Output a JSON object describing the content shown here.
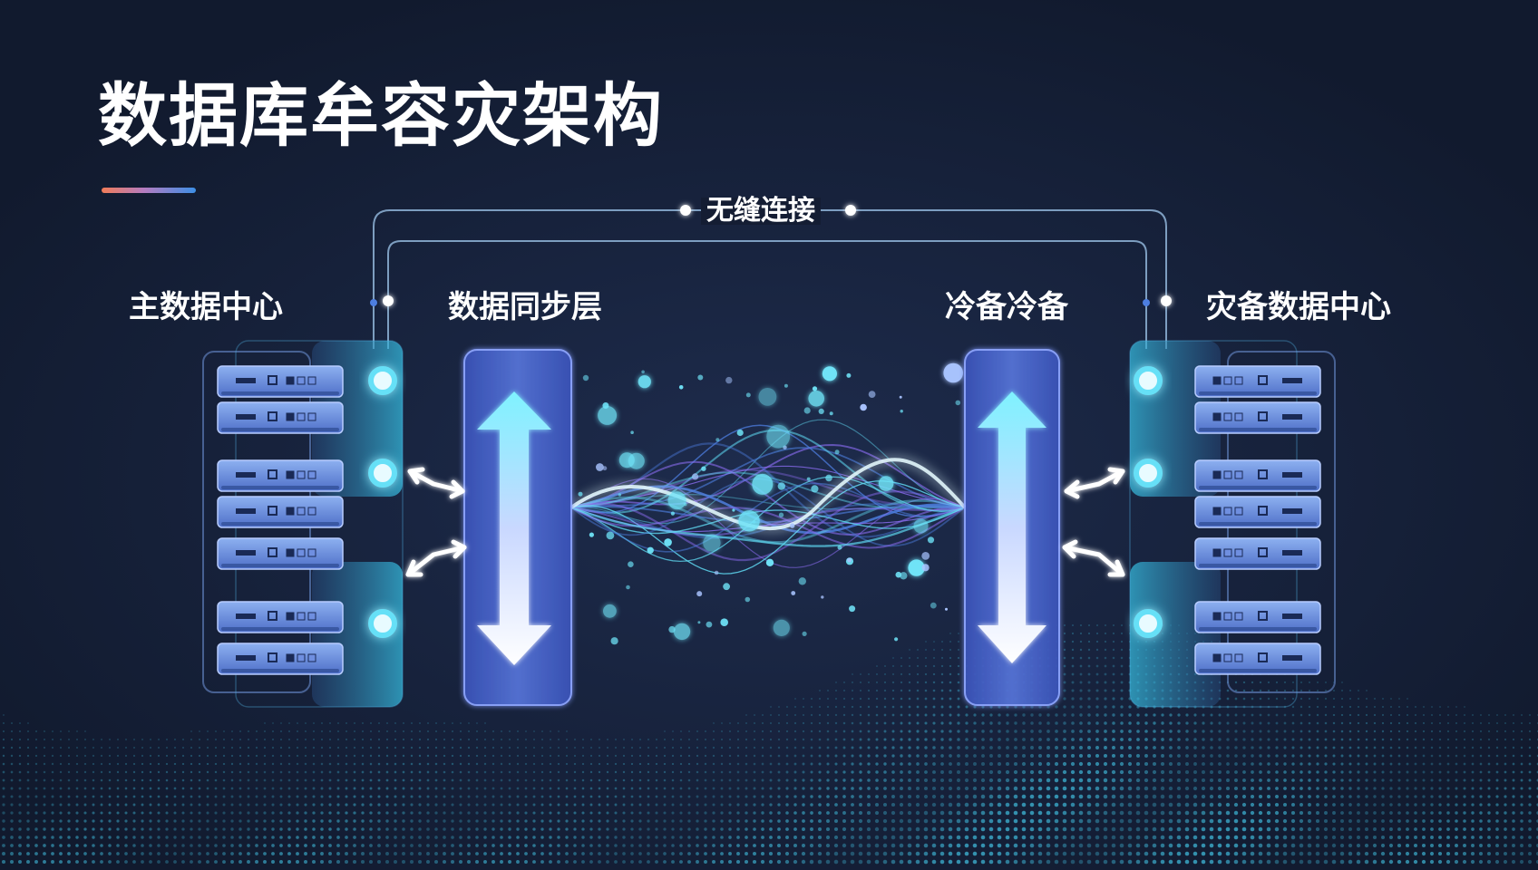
{
  "diagram": {
    "title": "数据库牟容灾架构",
    "labels": {
      "primary_dc": "主数据中心",
      "sync_layer": "数据同步层",
      "cold_standby": "冷备冷备",
      "dr_dc": "灾备数据中心",
      "connection": "无缝连接"
    }
  },
  "colors": {
    "background": "#141d33",
    "accent_cyan": "#5fd9f2",
    "accent_blue": "#4d7ee0",
    "accent_purple": "#8a6cf0"
  }
}
